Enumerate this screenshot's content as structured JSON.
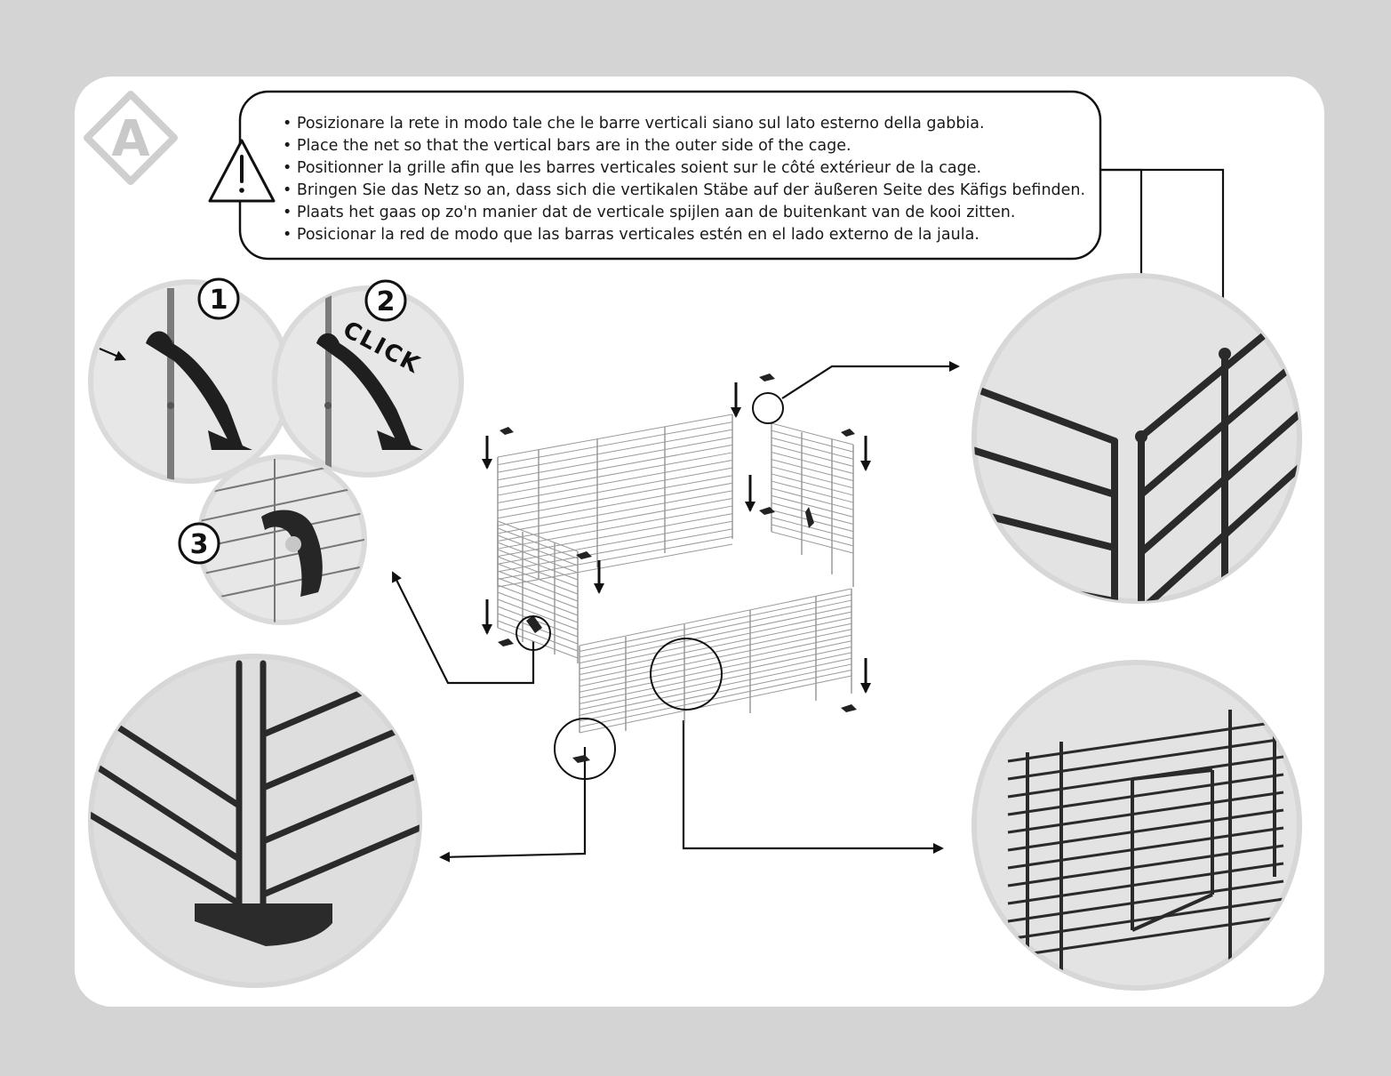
{
  "section_letter": "A",
  "warning": {
    "icon": "warning-triangle-icon",
    "lines": [
      "• Posizionare la rete in modo tale che le barre verticali siano sul lato esterno della gabbia.",
      "• Place the net so that the vertical bars are in the outer side of the cage.",
      "• Positionner la grille afin que les barres verticales soient sur le côté extérieur de la cage.",
      "• Bringen Sie das Netz so an, dass sich die vertikalen Stäbe auf der äußeren Seite des Käfigs befinden.",
      "• Plaats het gaas op zo'n manier dat de verticale spijlen aan de buitenkant van de kooi zitten.",
      "• Posicionar la red de modo que las barras verticales estén en el lado externo de la jaula."
    ]
  },
  "steps": [
    {
      "number": "1"
    },
    {
      "number": "2",
      "caption": "CLICK"
    },
    {
      "number": "3"
    }
  ],
  "colors": {
    "background": "#d4d4d4",
    "card": "#ffffff",
    "ink": "#111111",
    "circle_fill": "#e6e6e6",
    "circle_border": "#dcdcdc",
    "grid_lines": "#8a8a8a"
  }
}
